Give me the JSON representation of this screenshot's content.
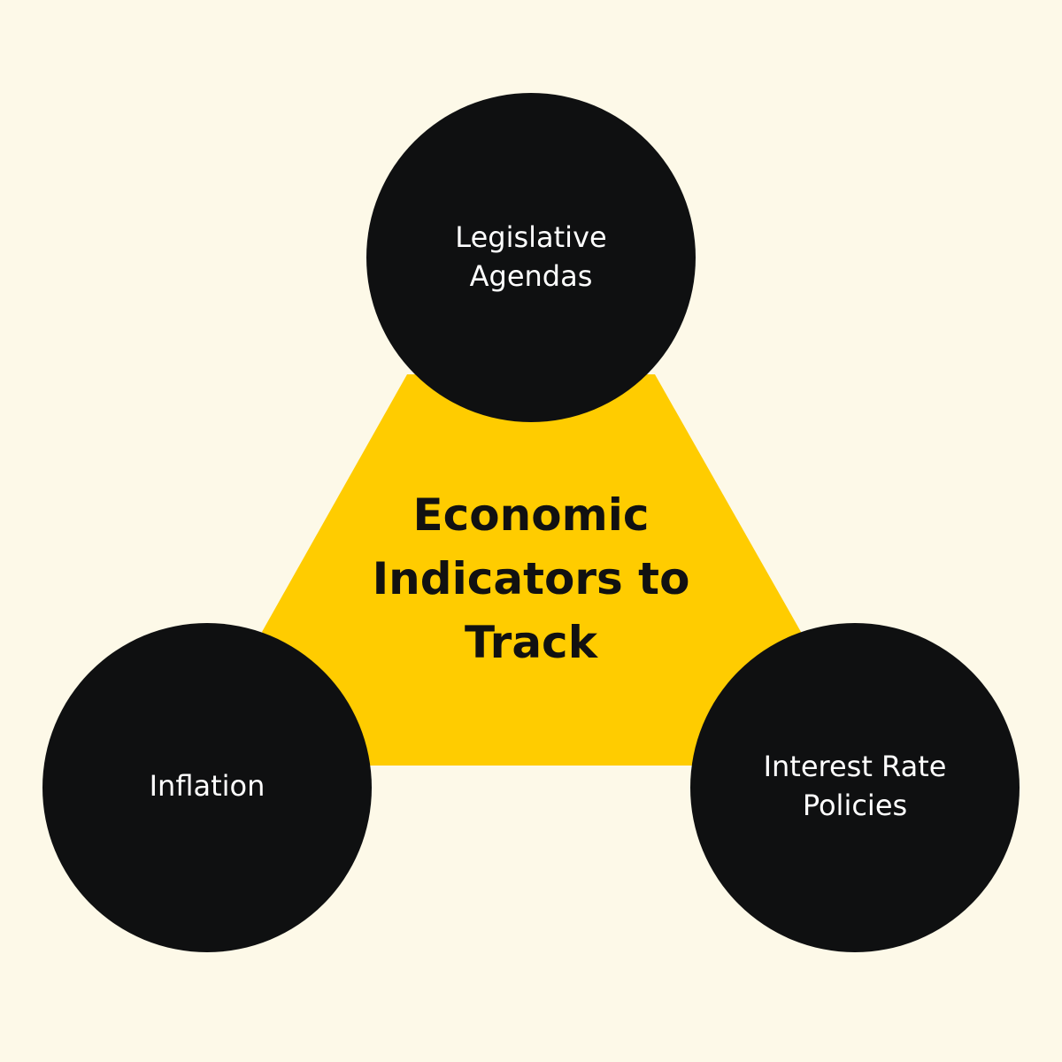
{
  "colors": {
    "background": "#fdf9e8",
    "triangle": "#ffcc00",
    "node_fill": "#0f1011",
    "node_text": "#ffffff",
    "title_text": "#111111"
  },
  "title": {
    "lines": [
      "Economic",
      "Indicators to",
      "Track"
    ]
  },
  "nodes": {
    "top": {
      "lines": [
        "Legislative",
        "Agendas"
      ]
    },
    "left": {
      "lines": [
        "Inflation"
      ]
    },
    "right": {
      "lines": [
        "Interest Rate",
        "Policies"
      ]
    }
  }
}
